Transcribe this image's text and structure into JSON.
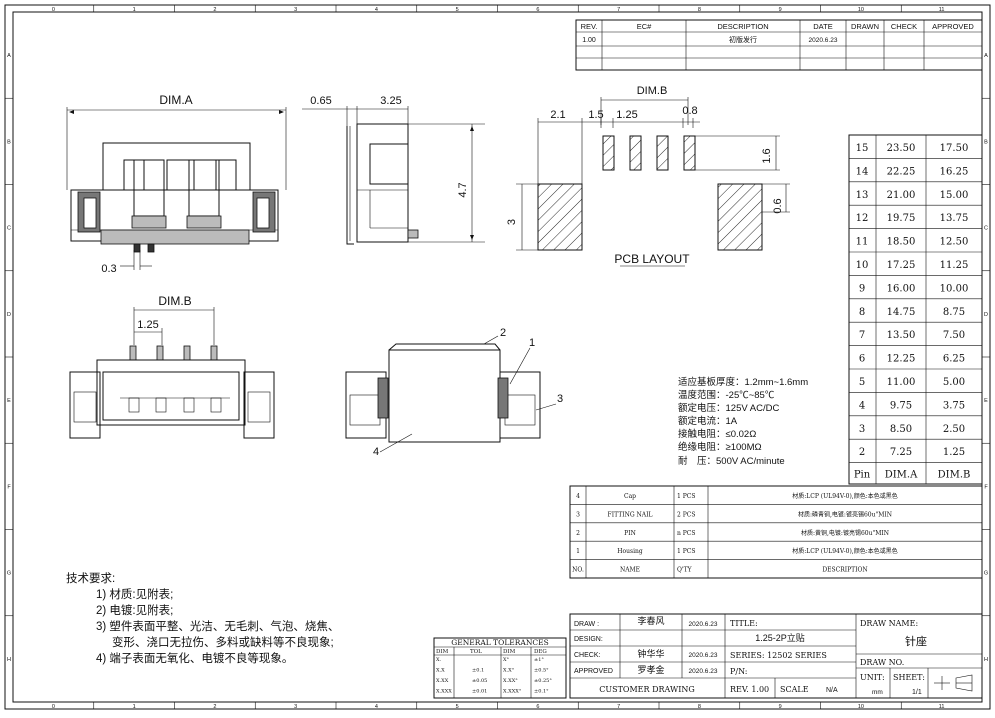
{
  "frame": {
    "zones_top": [
      "0",
      "1",
      "2",
      "3",
      "4",
      "5",
      "6",
      "7",
      "8",
      "9",
      "10",
      "11"
    ],
    "zones_side": [
      "A",
      "B",
      "C",
      "D",
      "E",
      "F",
      "G",
      "H"
    ]
  },
  "revision": {
    "headers": [
      "REV.",
      "EC#",
      "DESCRIPTION",
      "DATE",
      "DRAWN",
      "CHECK",
      "APPROVED"
    ],
    "rows": [
      [
        "1.00",
        "",
        "初版发行",
        "2020.6.23",
        "",
        "",
        ""
      ]
    ]
  },
  "dims": {
    "dim_a": "DIM.A",
    "dim_b": "DIM.B",
    "d065": "0.65",
    "d325": "3.25",
    "d47": "4.7",
    "d03": "0.3",
    "d125": "1.25",
    "d21": "2.1",
    "d15": "1.5",
    "d08": "0.8",
    "d16": "1.6",
    "d06": "0.6",
    "d3": "3",
    "pcb_layout": "PCB LAYOUT"
  },
  "balloons": [
    "1",
    "2",
    "3",
    "4"
  ],
  "pin_table": {
    "headers": [
      "Pin",
      "DIM.A",
      "DIM.B"
    ],
    "rows": [
      [
        "15",
        "23.50",
        "17.50"
      ],
      [
        "14",
        "22.25",
        "16.25"
      ],
      [
        "13",
        "21.00",
        "15.00"
      ],
      [
        "12",
        "19.75",
        "13.75"
      ],
      [
        "11",
        "18.50",
        "12.50"
      ],
      [
        "10",
        "17.25",
        "11.25"
      ],
      [
        "9",
        "16.00",
        "10.00"
      ],
      [
        "8",
        "14.75",
        "8.75"
      ],
      [
        "7",
        "13.50",
        "7.50"
      ],
      [
        "6",
        "12.25",
        "6.25"
      ],
      [
        "5",
        "11.00",
        "5.00"
      ],
      [
        "4",
        "9.75",
        "3.75"
      ],
      [
        "3",
        "8.50",
        "2.50"
      ],
      [
        "2",
        "7.25",
        "1.25"
      ]
    ]
  },
  "specs": [
    "适应基板厚度：1.2mm~1.6mm",
    "温度范围：-25℃~85℃",
    "额定电压：125V AC/DC",
    "额定电流：1A",
    "接触电阻：≤0.02Ω",
    "绝缘电阻：≥100MΩ",
    "耐　压：500V AC/minute"
  ],
  "bom": {
    "headers": [
      "NO.",
      "NAME",
      "Q'TY",
      "DESCRIPTION"
    ],
    "rows": [
      [
        "4",
        "Cap",
        "1 PCS",
        "材质:LCP (UL94V-0),颜色:本色或黑色"
      ],
      [
        "3",
        "FITTING NAIL",
        "2 PCS",
        "材质:磷青铜,电镀:镀亮锡60u\"MIN"
      ],
      [
        "2",
        "PIN",
        "n PCS",
        "材质:黄铜,电镀:镀亮锡60u\"MIN"
      ],
      [
        "1",
        "Housing",
        "1 PCS",
        "材质:LCP (UL94V-0),颜色:本色或黑色"
      ]
    ]
  },
  "requirements": {
    "title": "技术要求:",
    "items": [
      "1) 材质:见附表;",
      "2) 电镀:见附表;",
      "3) 塑件表面平整、光洁、无毛刺、气泡、烧焦、",
      "变形、浇口无拉伤、多料或缺料等不良现象;",
      "4) 端子表面无氧化、电镀不良等现象。"
    ]
  },
  "tolerances": {
    "title": "GENERAL TOLERANCES",
    "headers": [
      "DIM",
      "TOL",
      "DIM",
      "DEG"
    ],
    "rows": [
      [
        "X.",
        "",
        "X°",
        "±1°"
      ],
      [
        "X.X",
        "±0.1",
        "X.X°",
        "±0.5°"
      ],
      [
        "X.XX",
        "±0.05",
        "X.XX°",
        "±0.25°"
      ],
      [
        "X.XXX",
        "±0.01",
        "X.XXX°",
        "±0.1°"
      ]
    ]
  },
  "title_block": {
    "draw_label": "DRAW :",
    "draw_name": "李春风",
    "draw_date": "2020.6.23",
    "design_label": "DESIGN:",
    "check_label": "CHECK:",
    "check_name": "钟华华",
    "check_date": "2020.6.23",
    "approved_label": "APPROVED",
    "approved_name": "罗孝金",
    "approved_date": "2020.6.23",
    "customer": "CUSTOMER DRAWING",
    "title_label": "TITLE:",
    "title_value": "1.25-2P立贴",
    "series": "SERIES: 12502 SERIES",
    "pn": "P/N:",
    "rev": "REV.  1.00",
    "scale": "SCALE",
    "scale_value": "N/A",
    "draw_name_label": "DRAW NAME:",
    "draw_name_value": "针座",
    "draw_no": "DRAW NO.",
    "unit": "UNIT:",
    "unit_value": "mm",
    "sheet": "SHEET:",
    "sheet_value": "1/1"
  }
}
